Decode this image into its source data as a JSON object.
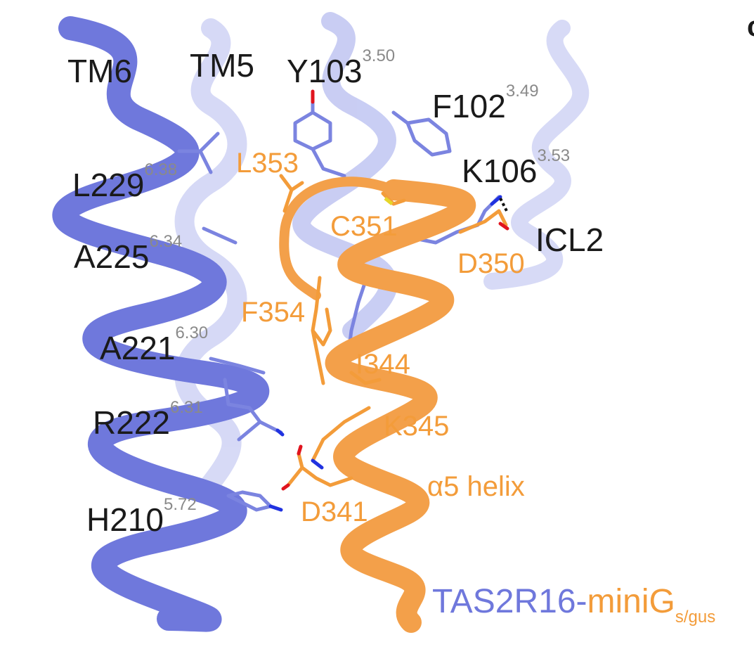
{
  "panel_label": "c",
  "receptor_labels": [
    {
      "id": "tm6",
      "text": "TM6",
      "sup": ""
    },
    {
      "id": "tm5",
      "text": "TM5",
      "sup": ""
    },
    {
      "id": "y103",
      "text": "Y103",
      "sup": "3.50"
    },
    {
      "id": "f102",
      "text": "F102",
      "sup": "3.49"
    },
    {
      "id": "k106",
      "text": "K106",
      "sup": "3.53"
    },
    {
      "id": "l229",
      "text": "L229",
      "sup": "6.38"
    },
    {
      "id": "a225",
      "text": "A225",
      "sup": "6.34"
    },
    {
      "id": "a221",
      "text": "A221",
      "sup": "6.30"
    },
    {
      "id": "r222",
      "text": "R222",
      "sup": "6.31"
    },
    {
      "id": "h210",
      "text": "H210",
      "sup": "5.72"
    },
    {
      "id": "icl2",
      "text": "ICL2",
      "sup": ""
    }
  ],
  "gprotein_labels": [
    {
      "id": "l353",
      "text": "L353"
    },
    {
      "id": "c351",
      "text": "C351"
    },
    {
      "id": "d350",
      "text": "D350"
    },
    {
      "id": "f354",
      "text": "F354"
    },
    {
      "id": "i344",
      "text": "I344"
    },
    {
      "id": "k345",
      "text": "K345"
    },
    {
      "id": "d341",
      "text": "D341"
    },
    {
      "id": "a5",
      "text": "α5 helix"
    }
  ],
  "caption": {
    "receptor": "TAS2R16",
    "dash": "-",
    "gprotein": "miniG",
    "subscript": "s/gus"
  },
  "colors": {
    "receptor": "#6f78dc",
    "gprotein": "#f39c3a",
    "label_dark": "#1a1a1a",
    "superscript": "#8a8a8a",
    "oxygen": "#e0141e",
    "nitrogen": "#2032e0",
    "sulfur": "#e6d52a"
  }
}
